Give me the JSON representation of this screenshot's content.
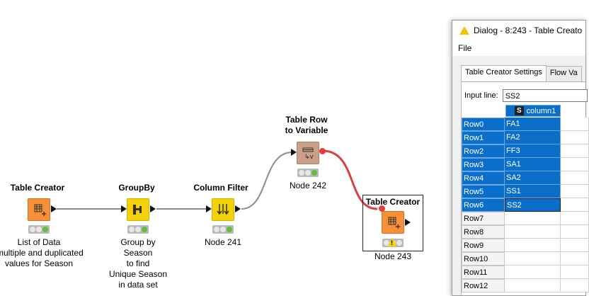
{
  "workflow": {
    "nodes": [
      {
        "title": "Table Creator",
        "caption": [
          "List of Data",
          "multiple and duplicated",
          "values for Season"
        ],
        "color": "#f6913a",
        "icon": "table-creator-icon"
      },
      {
        "title": "GroupBy",
        "caption": [
          "Group by",
          "Season",
          "to find",
          "Unique Season",
          "in data set"
        ],
        "color": "#f5d10a",
        "icon": "groupby-icon"
      },
      {
        "title": "Column Filter",
        "caption": [
          "Node 241"
        ],
        "color": "#f5d10a",
        "icon": "column-filter-icon"
      },
      {
        "title": [
          "Table Row",
          "to Variable"
        ],
        "caption": [
          "Node 242"
        ],
        "color": "#caa188",
        "icon": "table-row-to-variable-icon"
      },
      {
        "title": "Table Creator",
        "caption": [
          "Node 243"
        ],
        "color": "#f6913a",
        "icon": "table-creator-icon"
      }
    ]
  },
  "dialog": {
    "title": "Dialog - 8:243 - Table Creato",
    "menu": [
      "File"
    ],
    "tabs": [
      "Table Creator Settings",
      "Flow Va"
    ],
    "input_line_label": "Input line:",
    "input_line_value": "SS2",
    "column_type": "S",
    "column_header": "column1",
    "rows": [
      {
        "id": "Row0",
        "value": "FA1"
      },
      {
        "id": "Row1",
        "value": "FA2"
      },
      {
        "id": "Row2",
        "value": "FF3"
      },
      {
        "id": "Row3",
        "value": "SA1"
      },
      {
        "id": "Row4",
        "value": "SA2"
      },
      {
        "id": "Row5",
        "value": "SS1"
      },
      {
        "id": "Row6",
        "value": "SS2"
      },
      {
        "id": "Row7",
        "value": ""
      },
      {
        "id": "Row8",
        "value": ""
      },
      {
        "id": "Row9",
        "value": ""
      },
      {
        "id": "Row10",
        "value": ""
      },
      {
        "id": "Row11",
        "value": ""
      },
      {
        "id": "Row12",
        "value": ""
      }
    ],
    "selected_rows": 7
  }
}
